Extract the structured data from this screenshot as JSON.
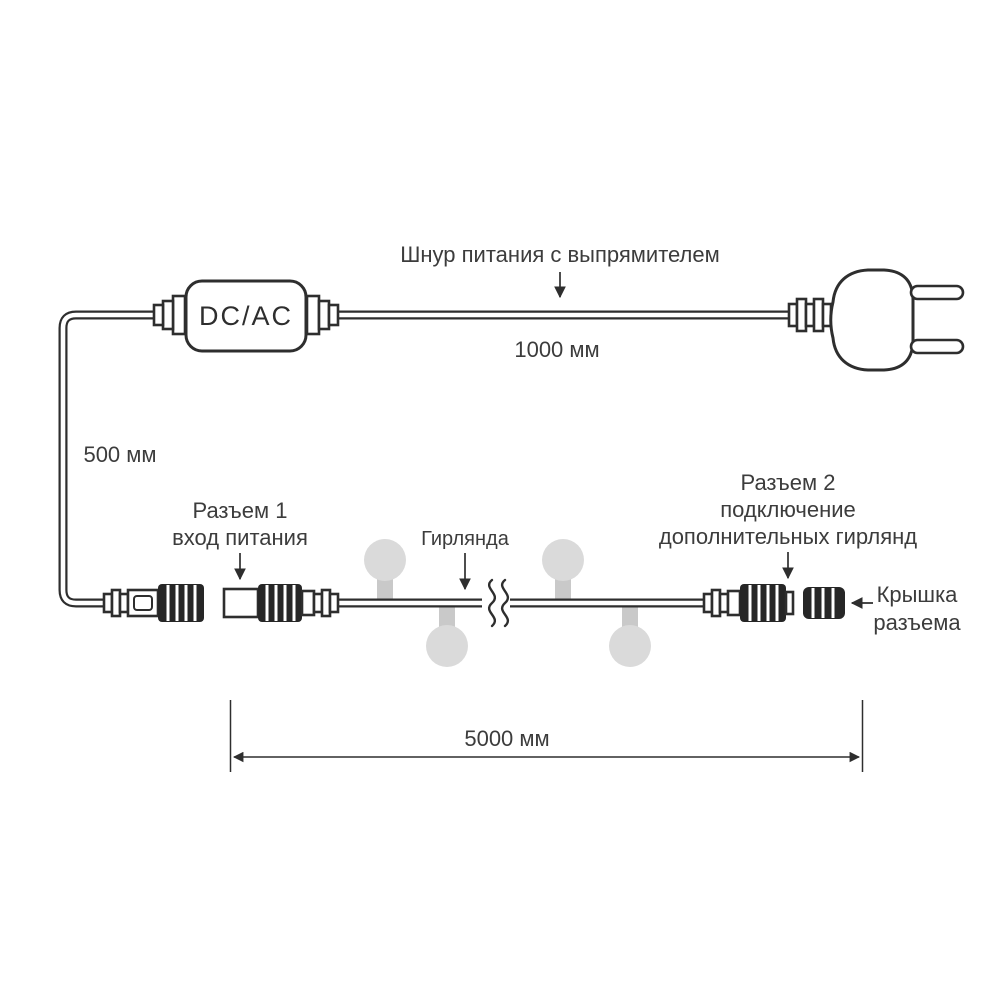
{
  "diagram": {
    "adapter_label": "DC/AC",
    "power_cord_label": "Шнур питания с выпрямителем",
    "power_cord_length": "1000 мм",
    "drop_length": "500 мм",
    "connector1": {
      "line1": "Разъем 1",
      "line2": "вход питания"
    },
    "garland_label": "Гирлянда",
    "connector2": {
      "line1": "Разъем 2",
      "line2": "подключение",
      "line3": "дополнительных гирлянд"
    },
    "cap": {
      "line1": "Крышка",
      "line2": "разъема"
    },
    "garland_length": "5000 мм"
  },
  "colors": {
    "line": "#2e2e2e",
    "text": "#3c3c3c",
    "connector_dark": "#262626",
    "bulb": "#dadada",
    "background": "#ffffff"
  }
}
